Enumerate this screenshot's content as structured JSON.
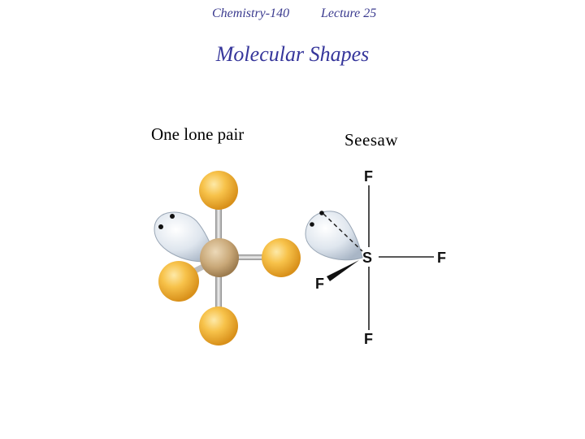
{
  "header": {
    "course": "Chemistry-140",
    "lecture": "Lecture 25"
  },
  "slide": {
    "title": "Molecular Shapes",
    "left_caption": "One lone pair",
    "right_caption": "Seesaw"
  },
  "diagram": {
    "central_atom": "S",
    "ligand_axial_top": "F",
    "ligand_axial_bottom": "F",
    "ligand_equatorial_right": "F",
    "ligand_equatorial_front": "F"
  },
  "colors": {
    "title": "#36369b",
    "ligand_ball": "#f4b733",
    "central_ball": "#c9a878",
    "lone_pair_lobe": "#c9d3df"
  }
}
